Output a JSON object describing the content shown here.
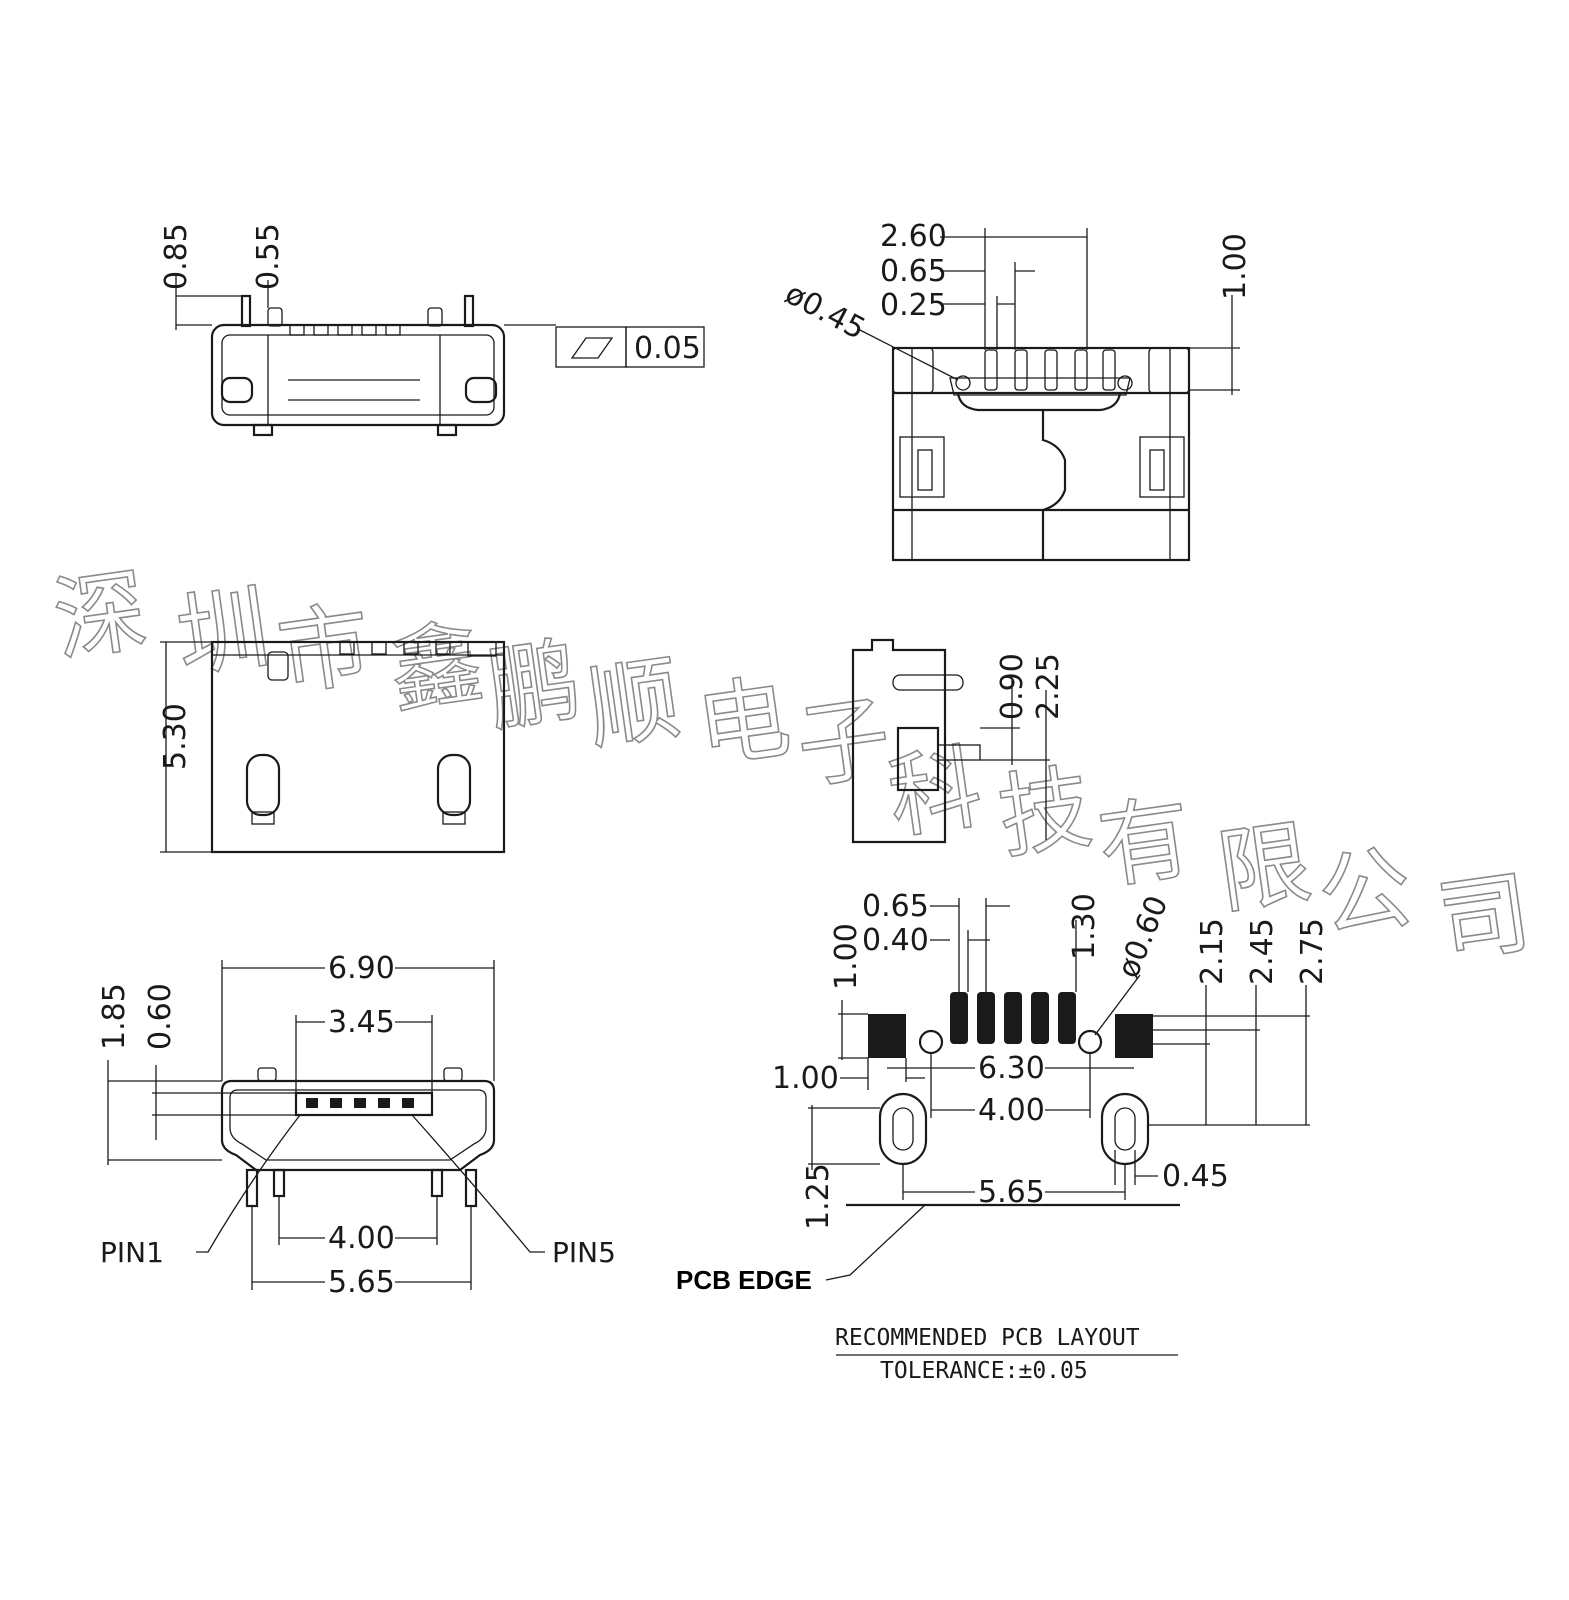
{
  "view_top_left": {
    "dim_a": "0.85",
    "dim_b": "0.55",
    "flatness": "0.05"
  },
  "view_top_right": {
    "d1": "2.60",
    "d2": "0.65",
    "d3": "0.25",
    "hole": "ø0.45",
    "d4": "1.00"
  },
  "view_mid_left": {
    "height": "5.30"
  },
  "view_mid_right": {
    "d1": "0.90",
    "d2": "2.25"
  },
  "view_bottom_left": {
    "width": "6.90",
    "inner": "3.45",
    "h1": "1.85",
    "h2": "0.60",
    "pin_pitch": "4.00",
    "peg_span": "5.65",
    "pin1": "PIN1",
    "pin5": "PIN5"
  },
  "pcb_layout": {
    "p1": "0.65",
    "p2": "0.40",
    "p3": "1.30",
    "hole": "ø0.60",
    "v1": "1.00",
    "v2": "1.00",
    "w1": "6.30",
    "w2": "4.00",
    "w3": "5.65",
    "slot": "0.45",
    "slot_h": "1.25",
    "r1": "2.15",
    "r2": "2.45",
    "r3": "2.75",
    "pcb_edge": "PCB EDGE",
    "caption": "RECOMMENDED PCB LAYOUT",
    "tolerance": "TOLERANCE:±0.05"
  },
  "watermark": [
    "深",
    "圳",
    "市",
    "鑫",
    "鹏",
    "顺",
    "电",
    "子",
    "科",
    "技",
    "有",
    "限",
    "公",
    "司"
  ]
}
